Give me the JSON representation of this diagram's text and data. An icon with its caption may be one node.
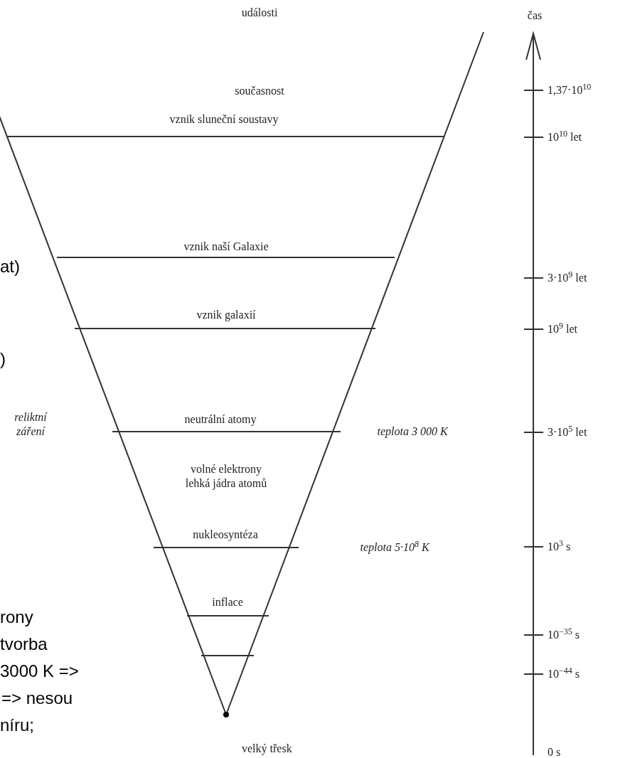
{
  "diagram": {
    "labels": [
      "události",
      "čas",
      "současnost",
      "1,37·10$^{10}$",
      "vznik sluneční soustavy",
      "10$^{10}$ let",
      "at)",
      "vznik naší Galaxie",
      "3·10$^{9}$ let",
      "vznik galaxií",
      "10$^{9}$ let",
      ")",
      "reliktní záření",
      "neutrální atomy",
      "teplota 3 000 K",
      "3·10$^{5}$ let",
      "volné elektrony lehká jádra atomů",
      "nukleosyntéza",
      "teplota 5·10$^{8}$ K",
      "10$^{3}$ s",
      "inflace",
      "10$^{−35}$ s",
      "10$^{−44}$ s",
      "rony",
      "tvorba",
      "3000 K =>",
      "=> nesou",
      "níru;",
      "velký třesk",
      "0 s"
    ]
  }
}
